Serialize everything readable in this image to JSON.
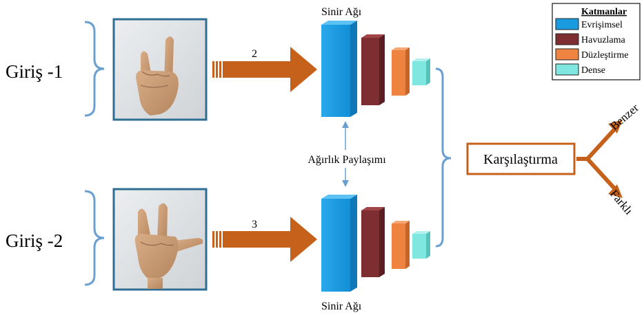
{
  "inputs": [
    {
      "label": "Giriş -1",
      "arrow_value": "2"
    },
    {
      "label": "Giriş -2",
      "arrow_value": "3"
    }
  ],
  "networks": [
    {
      "label": "Sinir Ağı"
    },
    {
      "label": "Sinir Ağı"
    }
  ],
  "weight_sharing": "Ağırlık Paylaşımı",
  "comparison": "Karşılaştırma",
  "outputs": {
    "similar": "Benzer",
    "different": "Farklı"
  },
  "legend": {
    "title": "Katmanlar",
    "items": [
      {
        "label": "Evrişimsel",
        "color": "#1a9be0"
      },
      {
        "label": "Havuzlama",
        "color": "#7e2d31"
      },
      {
        "label": "Düzleştirme",
        "color": "#ef8441"
      },
      {
        "label": "Dense",
        "color": "#7fe6e0"
      }
    ]
  },
  "colors": {
    "bracket": "#6a9fd0",
    "arrow": "#c5611b",
    "frame": "#2f6d93",
    "comparison_border": "#c5611b"
  },
  "icons": {
    "hand_1": "two-fingers-hand-photo",
    "hand_2": "three-fingers-hand-photo"
  }
}
